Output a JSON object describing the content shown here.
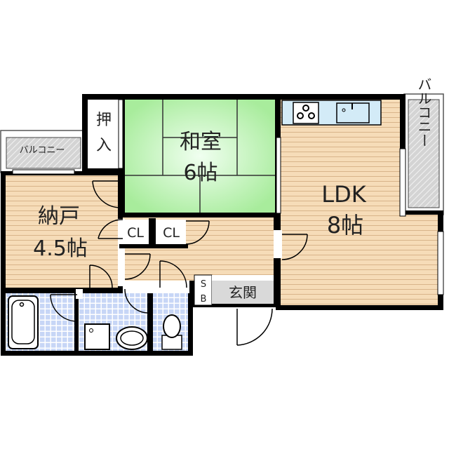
{
  "rooms": {
    "oshiire": {
      "label_top": "押",
      "label_bottom": "入"
    },
    "washitsu": {
      "name": "和室",
      "size": "6帖"
    },
    "nando": {
      "name": "納戸",
      "size": "4.5帖"
    },
    "closet1": {
      "label": "CL"
    },
    "closet2": {
      "label": "CL"
    },
    "ldk": {
      "name": "LDK",
      "size": "8帖"
    },
    "genkan": {
      "name": "玄関"
    },
    "shoebox": {
      "label_top": "S",
      "label_bottom": "B"
    },
    "balcony_left": {
      "label": "バルコニー"
    },
    "balcony_right": {
      "label": "バルコニー"
    }
  },
  "colors": {
    "wall": "#000000",
    "wood_floor": "#f6dcb8",
    "wood_line": "#d8b48a",
    "tatami": "#b8f0b0",
    "tile": "#c7d6f6",
    "kitchen_counter": "#d3ebf7",
    "genkan": "#d9d9d9",
    "balcony": "#cfcfcf"
  }
}
